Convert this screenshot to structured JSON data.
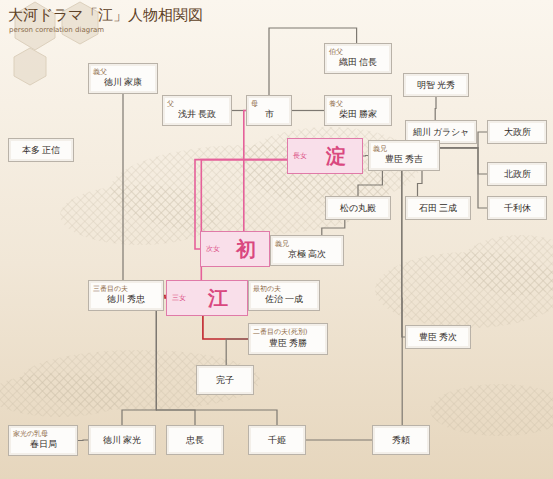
{
  "diagram": {
    "title": "大河ドラマ「江」人物相関図",
    "nodes": [
      {
        "text": [
          "伯父",
          "織田 信長"
        ]
      },
      {
        "text": [
          "明智 光秀"
        ]
      },
      {
        "text": [
          "義父",
          "徳川 家康"
        ]
      },
      {
        "text": [
          "父",
          "浅井 長政"
        ]
      },
      {
        "text": [
          "母",
          "市"
        ]
      },
      {
        "text": [
          "養父",
          "柴田 勝家"
        ]
      },
      {
        "text": [
          "細川 ガラシャ"
        ]
      },
      {
        "text": [
          "大政所"
        ]
      },
      {
        "text": [
          "本多 正信"
        ]
      },
      {
        "text": [
          "長女",
          "淀"
        ]
      },
      {
        "text": [
          "義兄",
          "豊臣 秀吉"
        ]
      },
      {
        "text": [
          "北政所"
        ]
      },
      {
        "text": [
          "松の丸殿"
        ]
      },
      {
        "text": [
          "石田 三成"
        ]
      },
      {
        "text": [
          "千利休"
        ]
      },
      {
        "text": [
          "次女",
          "初"
        ]
      },
      {
        "text": [
          "義兄",
          "京極 高次"
        ]
      },
      {
        "text": [
          "三番目の夫",
          "徳川 秀忠"
        ]
      },
      {
        "text": [
          "三女",
          "江"
        ]
      },
      {
        "text": [
          "最初の夫",
          "佐治 一成"
        ]
      },
      {
        "text": [
          "二番目の夫(死別)",
          "豊臣 秀勝"
        ]
      },
      {
        "text": [
          "豊臣 秀次"
        ]
      },
      {
        "text": [
          "完子"
        ]
      },
      {
        "text": [
          "家光の乳母",
          "春日局"
        ]
      },
      {
        "text": [
          "徳川 家光"
        ]
      },
      {
        "text": [
          "忠長"
        ]
      },
      {
        "text": [
          "千姫"
        ]
      },
      {
        "text": [
          "秀頼"
        ]
      }
    ],
    "edges": [
      {
        "from": 3,
        "to": 4,
        "arrow": "none"
      },
      {
        "from": 4,
        "to": 0,
        "arrow": "none"
      },
      {
        "from": 4,
        "to": 5,
        "arrow": "none"
      },
      {
        "from": 4,
        "to": 15,
        "arrow": "none"
      },
      {
        "from": 9,
        "to": 10,
        "arrow": "none"
      },
      {
        "from": 9,
        "to": 15,
        "arrow": "none"
      },
      {
        "from": 9,
        "to": 18,
        "arrow": "none"
      },
      {
        "from": 1,
        "to": 6,
        "arrow": "none"
      },
      {
        "from": 10,
        "to": 7,
        "arrow": "none"
      },
      {
        "from": 10,
        "to": 11,
        "arrow": "none"
      },
      {
        "from": 10,
        "to": 14,
        "arrow": "none"
      },
      {
        "from": 10,
        "to": 13,
        "arrow": "none"
      },
      {
        "from": 10,
        "to": 12,
        "arrow": "none"
      },
      {
        "from": 12,
        "to": 16,
        "arrow": "none"
      },
      {
        "from": 15,
        "to": 16,
        "arrow": "none"
      },
      {
        "from": 2,
        "to": 17,
        "arrow": "none"
      },
      {
        "from": 17,
        "to": 18,
        "arrow": "none"
      },
      {
        "from": 18,
        "to": 19,
        "arrow": "none"
      },
      {
        "from": 18,
        "to": 20,
        "arrow": "none"
      },
      {
        "from": 20,
        "to": 22,
        "arrow": "none"
      },
      {
        "from": 17,
        "to": 24,
        "arrow": "none"
      },
      {
        "from": 17,
        "to": 25,
        "arrow": "none"
      },
      {
        "from": 17,
        "to": 26,
        "arrow": "none"
      },
      {
        "from": 26,
        "to": 27,
        "arrow": "none"
      },
      {
        "from": 23,
        "to": 24,
        "arrow": "none"
      },
      {
        "from": 10,
        "to": 21,
        "arrow": "none"
      },
      {
        "from": 10,
        "to": 27,
        "arrow": "none"
      }
    ],
    "labels": [
      "person correlation diagram"
    ]
  }
}
